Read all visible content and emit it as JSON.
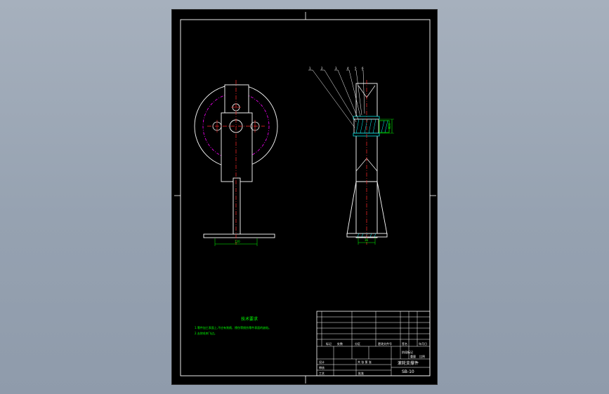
{
  "sheet": {
    "tech_requirements": {
      "title": "技术要求",
      "line1": "1.零件加工表面上,不应有划痕、擦伤等损伤零件表面的缺陷。",
      "line2": "2.去除毛刺飞边。"
    },
    "title_block": {
      "part_name": "滚轮支撑件",
      "drawing_no": "SB-10",
      "scale_label": "比例",
      "sheet_label": "共 张 第 张",
      "headers": [
        "标记",
        "处数",
        "分区",
        "更改文件号",
        "签名",
        "年月日"
      ],
      "roles": [
        "设计",
        "审核",
        "工艺",
        "批准"
      ],
      "right_cols": [
        "阶段标记",
        "重量",
        "比例"
      ]
    },
    "balloons": [
      "1",
      "2",
      "3",
      "4",
      "5",
      "6"
    ],
    "dimensions": {
      "front_base": "120",
      "side_base": "36",
      "side_hole": "Φ20"
    }
  }
}
